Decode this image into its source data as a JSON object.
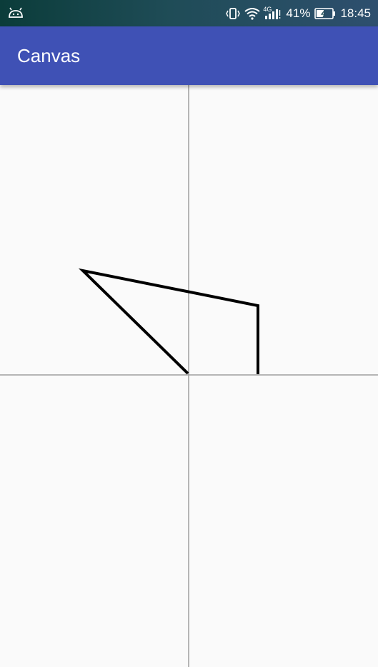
{
  "status_bar": {
    "left_icon": "android-debug-icon",
    "icons": [
      "vibrate-icon",
      "wifi-icon",
      "signal-4g-icon"
    ],
    "network_type": "4G",
    "battery_percent": "41%",
    "battery_icon": "battery-icon",
    "time": "18:45",
    "background_color": "#1f4c57"
  },
  "app_bar": {
    "title": "Canvas",
    "background_color": "#3f51b5",
    "text_color": "#ffffff"
  },
  "canvas": {
    "background_color": "#fafafa",
    "axis_color": "#9e9e9e",
    "stroke_color": "#000000"
  }
}
